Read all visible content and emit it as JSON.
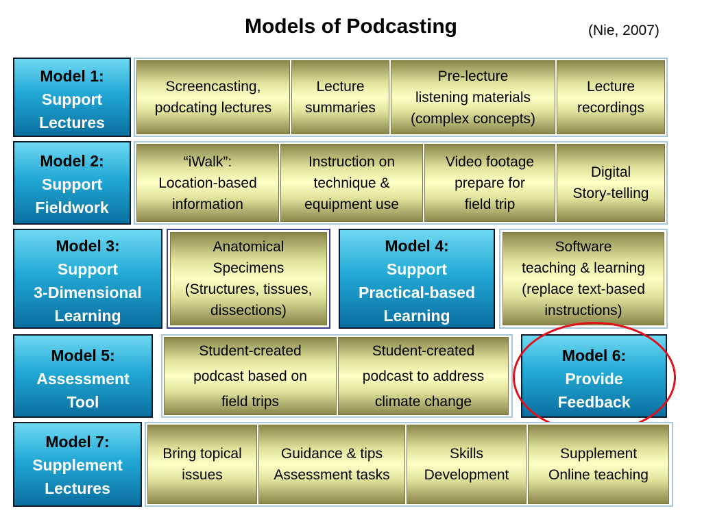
{
  "title": "Models of Podcasting",
  "citation": "(Nie, 2007)",
  "models": [
    {
      "head": "Model 1:",
      "lines": [
        "Support",
        "Lectures"
      ]
    },
    {
      "head": "Model 2:",
      "lines": [
        "Support",
        "Fieldwork"
      ]
    },
    {
      "head": "Model 3:",
      "lines": [
        "Support",
        "3-Dimensional",
        "Learning"
      ]
    },
    {
      "head": "Model 4:",
      "lines": [
        "Support",
        "Practical-based",
        "Learning"
      ]
    },
    {
      "head": "Model 5:",
      "lines": [
        "Assessment",
        "Tool"
      ]
    },
    {
      "head": "Model 6:",
      "lines": [
        "Provide",
        "Feedback"
      ]
    },
    {
      "head": "Model 7:",
      "lines": [
        "Supplement",
        "Lectures"
      ]
    }
  ],
  "row1_items": [
    "Screencasting,\npodcating lectures",
    "Lecture\nsummaries",
    "Pre-lecture\nlistening materials\n(complex concepts)",
    "Lecture\nrecordings"
  ],
  "row2_items": [
    "“iWalk”:\nLocation-based\ninformation",
    "Instruction on\ntechnique &\nequipment use",
    "Video footage\nprepare for\nfield trip",
    "Digital\nStory-telling"
  ],
  "model3_item": "Anatomical\nSpecimens\n(Structures, tissues,\ndissections)",
  "model4_item": "Software\nteaching & learning\n(replace text-based\ninstructions)",
  "row5_items": [
    "Student-created\npodcast based on\nfield trips",
    "Student-created\npodcast to address\nclimate change"
  ],
  "row7_items": [
    "Bring topical\nissues",
    "Guidance & tips\nAssessment tasks",
    "Skills\nDevelopment",
    "Supplement\nOnline teaching"
  ],
  "highlight_color": "#e0111b"
}
